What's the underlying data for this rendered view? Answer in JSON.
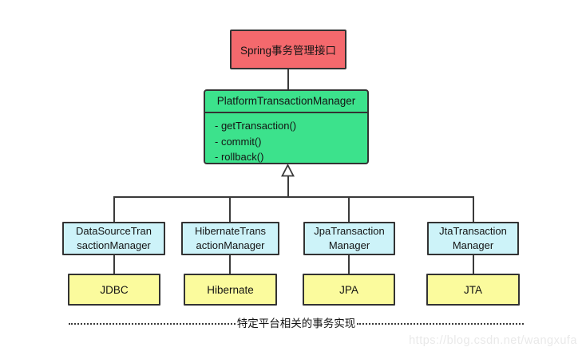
{
  "diagram": {
    "interface_box": {
      "label": "Spring事务管理接口"
    },
    "class_box": {
      "title": "PlatformTransactionManager",
      "methods": [
        "- getTransaction()",
        "- commit()",
        "- rollback()"
      ]
    },
    "managers": [
      {
        "name_line1": "DataSourceTran",
        "name_line2": "sactionManager"
      },
      {
        "name_line1": "HibernateTrans",
        "name_line2": "actionManager"
      },
      {
        "name_line1": "JpaTransaction",
        "name_line2": "Manager"
      },
      {
        "name_line1": "JtaTransaction",
        "name_line2": "Manager"
      }
    ],
    "implementations": [
      "JDBC",
      "Hibernate",
      "JPA",
      "JTA"
    ],
    "footer_label": "特定平台相关的事务实现",
    "watermark": "https://blog.csdn.net/wangxufa"
  },
  "colors": {
    "interface_fill": "#f4696d",
    "class_fill": "#3ce28c",
    "manager_fill": "#cdf3f9",
    "implementation_fill": "#fbfb9d",
    "line": "#3a3a3a",
    "watermark_text": "#e9e9e9"
  }
}
